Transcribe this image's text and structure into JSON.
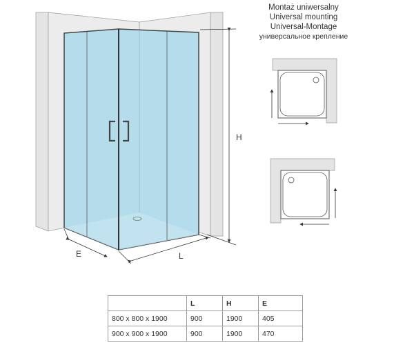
{
  "mounting": {
    "title_pl": "Montaż uniwersalny",
    "title_en": "Universal mounting",
    "title_de": "Universal-Montage",
    "title_ru": "универсальное крепление"
  },
  "dimensions": {
    "height_label": "H",
    "depth_label": "E",
    "length_label": "L"
  },
  "table": {
    "headers": [
      "",
      "L",
      "H",
      "E"
    ],
    "rows": [
      [
        "800 x 800 x 1900",
        "900",
        "1900",
        "405"
      ],
      [
        "900 x 900 x 1900",
        "900",
        "1900",
        "470"
      ]
    ]
  },
  "colors": {
    "glass": "#b4dcea",
    "wall": "#e6e6e6",
    "frame": "#555555"
  }
}
